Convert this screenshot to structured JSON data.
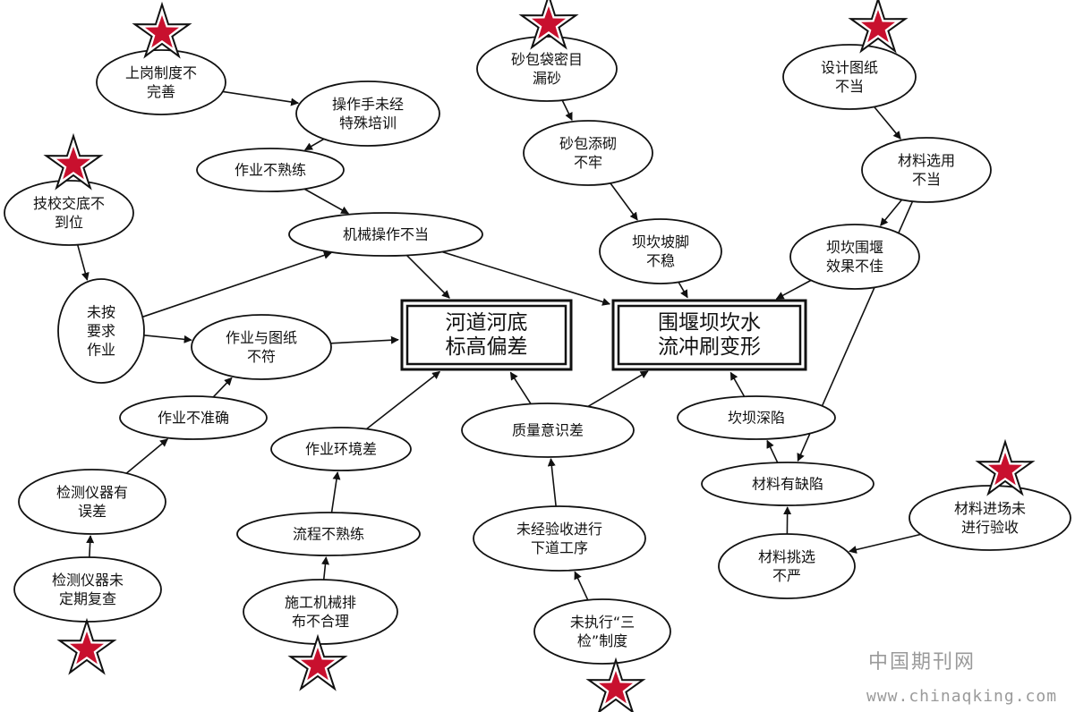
{
  "colors": {
    "stroke": "#111111",
    "fill": "#ffffff",
    "star_fill": "#c8102e",
    "star_stroke": "#111111",
    "watermark": "#9a9a9a"
  },
  "results": [
    {
      "id": "river-bed-elevation-deviation",
      "lines": [
        "河道河底",
        "标高偏差"
      ]
    },
    {
      "id": "cofferdam-scour-deformation",
      "lines": [
        "围堰坝坎水",
        "流冲刷变形"
      ]
    }
  ],
  "nodes": [
    {
      "id": "job-system-imperfect",
      "lines": [
        "上岗制度不",
        "完善"
      ],
      "star": true
    },
    {
      "id": "operator-untrained",
      "lines": [
        "操作手未经",
        "特殊培训"
      ],
      "star": false
    },
    {
      "id": "unskilled-operation",
      "lines": [
        "作业不熟练"
      ],
      "star": false
    },
    {
      "id": "tech-briefing-inadequate",
      "lines": [
        "技校交底不",
        "到位"
      ],
      "star": true
    },
    {
      "id": "machine-misoperation",
      "lines": [
        "机械操作不当"
      ],
      "star": false
    },
    {
      "id": "not-as-required",
      "lines": [
        "未按",
        "要求",
        "作业"
      ],
      "star": false
    },
    {
      "id": "work-mismatch-drawing",
      "lines": [
        "作业与图纸",
        "不符"
      ],
      "star": false
    },
    {
      "id": "inaccurate-work",
      "lines": [
        "作业不准确"
      ],
      "star": false
    },
    {
      "id": "instrument-error",
      "lines": [
        "检测仪器有",
        "误差"
      ],
      "star": false
    },
    {
      "id": "instrument-no-recheck",
      "lines": [
        "检测仪器未",
        "定期复查"
      ],
      "star": true
    },
    {
      "id": "poor-environment",
      "lines": [
        "作业环境差"
      ],
      "star": false
    },
    {
      "id": "unfamiliar-process",
      "lines": [
        "流程不熟练"
      ],
      "star": false
    },
    {
      "id": "machine-layout-poor",
      "lines": [
        "施工机械排",
        "布不合理"
      ],
      "star": true
    },
    {
      "id": "sandbag-mesh-leak",
      "lines": [
        "砂包袋密目",
        "漏砂"
      ],
      "star": true
    },
    {
      "id": "sandbag-loose",
      "lines": [
        "砂包添砌",
        "不牢"
      ],
      "star": false
    },
    {
      "id": "dam-toe-unstable",
      "lines": [
        "坝坎坡脚",
        "不稳"
      ],
      "star": false
    },
    {
      "id": "design-improper",
      "lines": [
        "设计图纸",
        "不当"
      ],
      "star": true
    },
    {
      "id": "material-wrong",
      "lines": [
        "材料选用",
        "不当"
      ],
      "star": false
    },
    {
      "id": "cofferdam-ineffective",
      "lines": [
        "坝坎围堰",
        "效果不佳"
      ],
      "star": false
    },
    {
      "id": "poor-quality-awareness",
      "lines": [
        "质量意识差"
      ],
      "star": false
    },
    {
      "id": "next-step-unaccepted",
      "lines": [
        "未经验收进行",
        "下道工序"
      ],
      "star": false
    },
    {
      "id": "three-checks-missing",
      "lines": [
        "未执行“三",
        "检”制度"
      ],
      "star": true
    },
    {
      "id": "dam-subsidence",
      "lines": [
        "坎坝深陷"
      ],
      "star": false
    },
    {
      "id": "material-defect",
      "lines": [
        "材料有缺陷"
      ],
      "star": false
    },
    {
      "id": "material-unchecked",
      "lines": [
        "材料进场未",
        "进行验收"
      ],
      "star": true
    },
    {
      "id": "material-selection-lax",
      "lines": [
        "材料挑选",
        "不严"
      ],
      "star": false
    }
  ],
  "edges": [
    [
      "job-system-imperfect",
      "operator-untrained"
    ],
    [
      "operator-untrained",
      "unskilled-operation"
    ],
    [
      "unskilled-operation",
      "machine-misoperation"
    ],
    [
      "tech-briefing-inadequate",
      "not-as-required"
    ],
    [
      "not-as-required",
      "machine-misoperation"
    ],
    [
      "not-as-required",
      "work-mismatch-drawing"
    ],
    [
      "machine-misoperation",
      "river-bed-elevation-deviation"
    ],
    [
      "machine-misoperation",
      "cofferdam-scour-deformation"
    ],
    [
      "work-mismatch-drawing",
      "river-bed-elevation-deviation"
    ],
    [
      "inaccurate-work",
      "work-mismatch-drawing"
    ],
    [
      "instrument-error",
      "inaccurate-work"
    ],
    [
      "instrument-no-recheck",
      "instrument-error"
    ],
    [
      "poor-environment",
      "river-bed-elevation-deviation"
    ],
    [
      "unfamiliar-process",
      "poor-environment"
    ],
    [
      "machine-layout-poor",
      "unfamiliar-process"
    ],
    [
      "sandbag-mesh-leak",
      "sandbag-loose"
    ],
    [
      "sandbag-loose",
      "dam-toe-unstable"
    ],
    [
      "dam-toe-unstable",
      "cofferdam-scour-deformation"
    ],
    [
      "design-improper",
      "material-wrong"
    ],
    [
      "material-wrong",
      "cofferdam-ineffective"
    ],
    [
      "material-wrong",
      "material-defect"
    ],
    [
      "cofferdam-ineffective",
      "cofferdam-scour-deformation"
    ],
    [
      "poor-quality-awareness",
      "river-bed-elevation-deviation"
    ],
    [
      "poor-quality-awareness",
      "cofferdam-scour-deformation"
    ],
    [
      "next-step-unaccepted",
      "poor-quality-awareness"
    ],
    [
      "three-checks-missing",
      "next-step-unaccepted"
    ],
    [
      "dam-subsidence",
      "cofferdam-scour-deformation"
    ],
    [
      "material-defect",
      "dam-subsidence"
    ],
    [
      "material-selection-lax",
      "material-defect"
    ],
    [
      "material-unchecked",
      "material-selection-lax"
    ]
  ],
  "watermark": {
    "name": "中国期刊网",
    "url": "www.chinaqking.com"
  }
}
